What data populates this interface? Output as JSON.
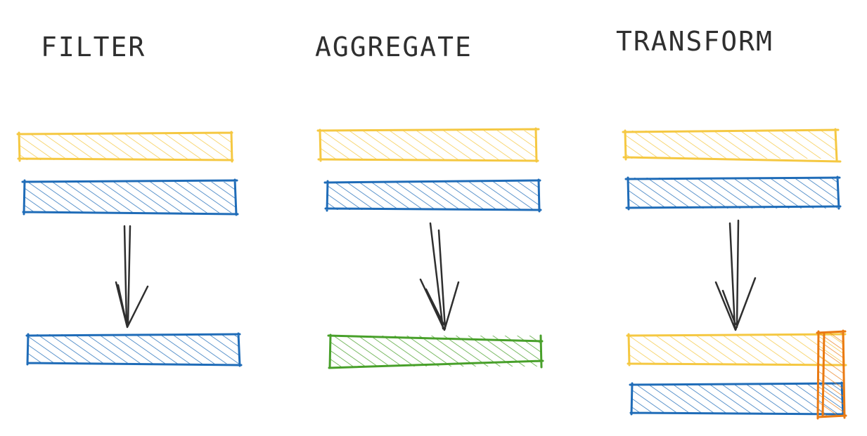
{
  "colors": {
    "yellow": "#f5c842",
    "blue": "#1f6cb8",
    "green": "#48a02a",
    "orange": "#ea7a12",
    "arrow": "#2f2f2f",
    "text": "#2f2f2f"
  },
  "panels": [
    {
      "title": "FILTER",
      "inputs": [
        "yellow",
        "blue"
      ],
      "outputs": [
        "blue"
      ],
      "highlight": false
    },
    {
      "title": "AGGREGATE",
      "inputs": [
        "yellow",
        "blue"
      ],
      "outputs": [
        "green"
      ],
      "highlight": false
    },
    {
      "title": "TRANSFORM",
      "inputs": [
        "yellow",
        "blue"
      ],
      "outputs": [
        "yellow",
        "blue"
      ],
      "highlight": true,
      "highlight_color": "orange"
    }
  ]
}
